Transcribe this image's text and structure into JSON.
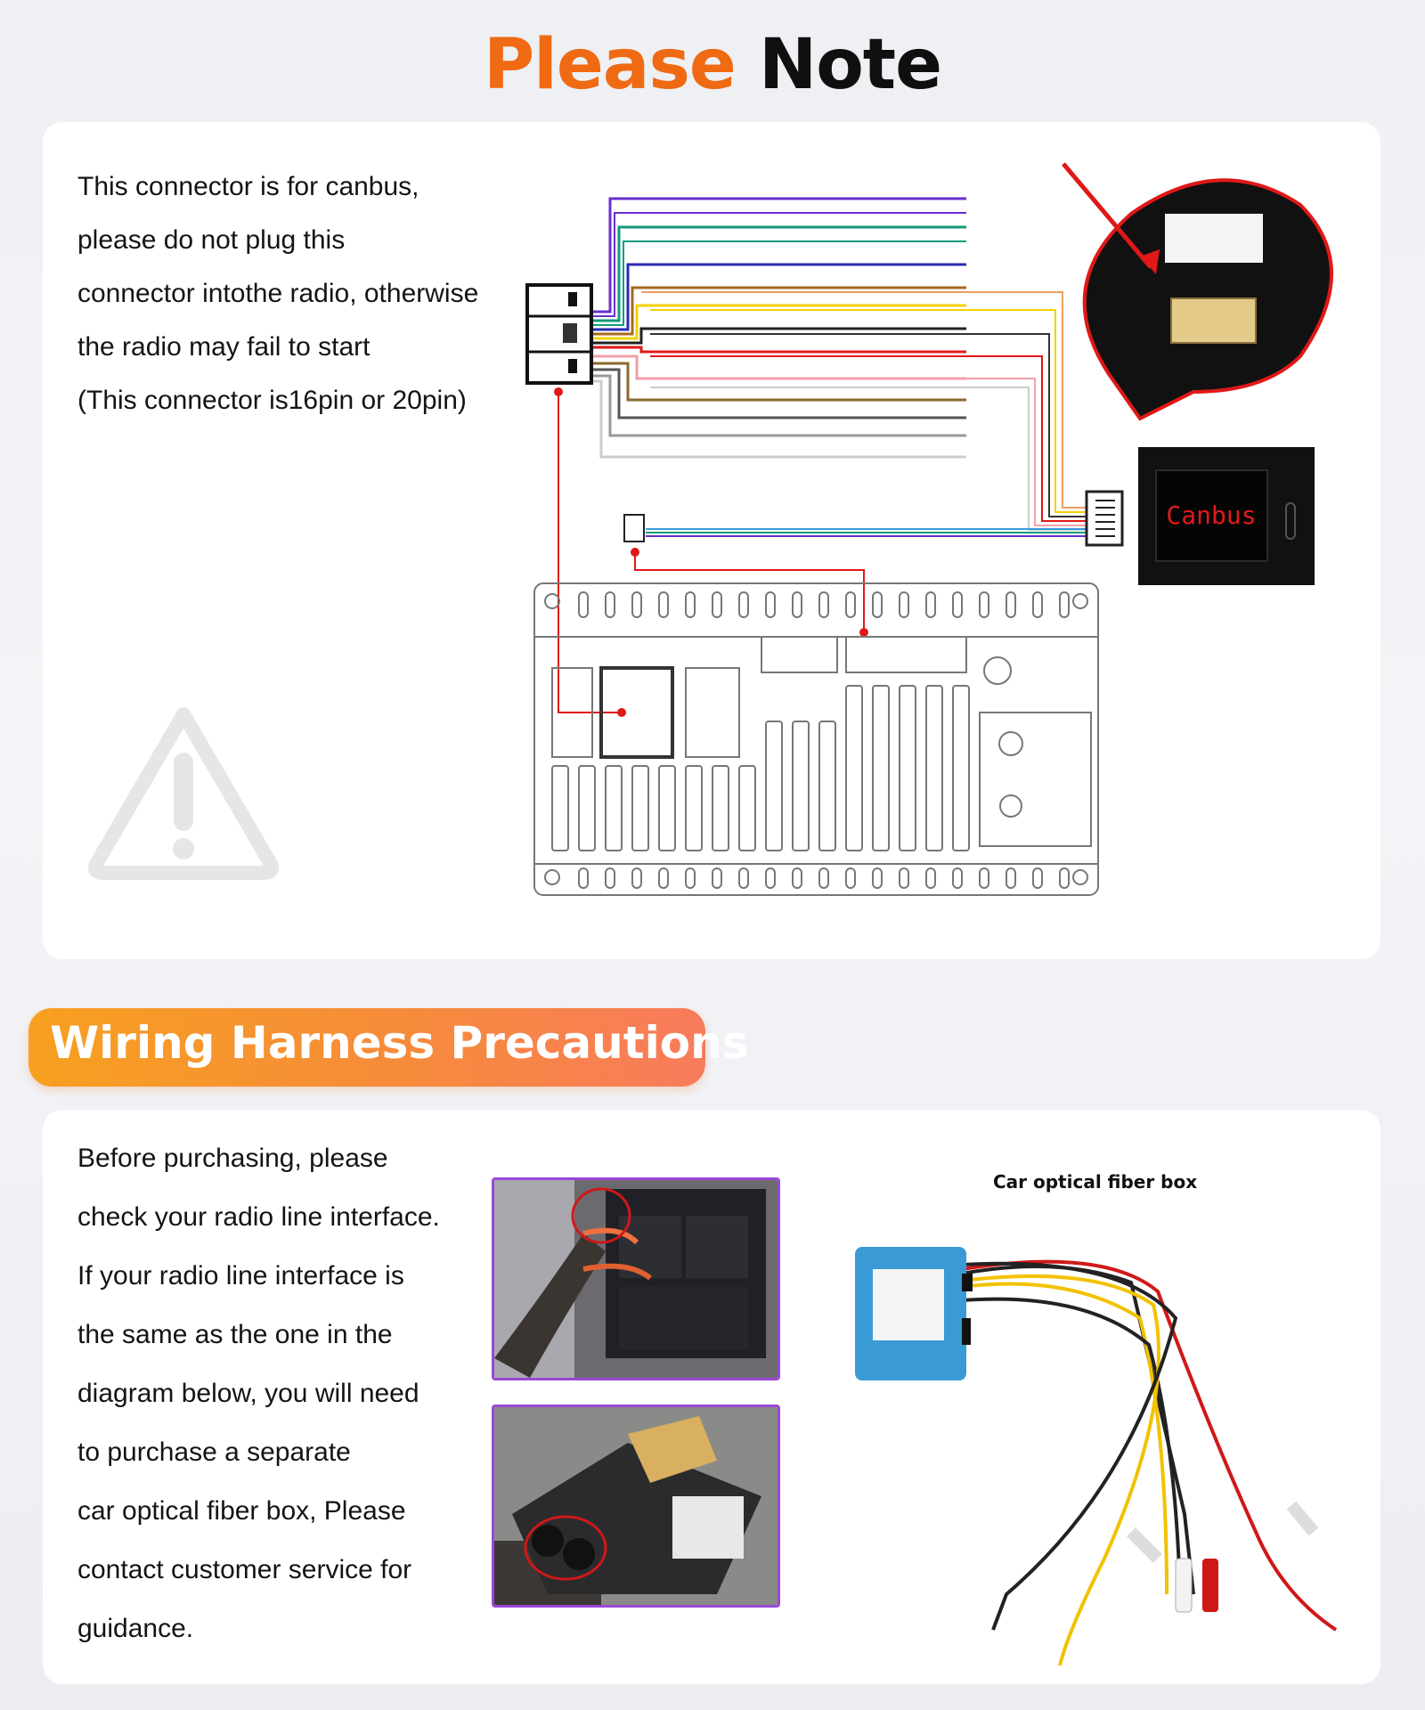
{
  "header": {
    "title_accent": "Please",
    "title_rest": "Note"
  },
  "note": {
    "lines": [
      "This connector is for canbus,",
      "please do not plug this",
      "connector intothe radio, otherwise",
      "the radio may fail to start",
      "(This connector is16pin or 20pin)"
    ],
    "canbus_box_label": "Canbus"
  },
  "section2": {
    "heading": "Wiring Harness Precautions",
    "lines": [
      "Before purchasing, please",
      "check your radio line interface.",
      "If your radio line interface is",
      "the same as the one in the",
      "diagram below, you will need",
      "to purchase a separate",
      "car optical fiber box, Please",
      "contact customer service for",
      "guidance."
    ],
    "fiber_box_label": "Car optical fiber box"
  },
  "colors": {
    "accent": "#ef6a12",
    "pill_start": "#f7a020",
    "pill_end": "#f87b5c",
    "photo_border": "#9b47d6"
  },
  "icons": [
    "warning-icon",
    "arrow-icon",
    "connector-icon"
  ]
}
